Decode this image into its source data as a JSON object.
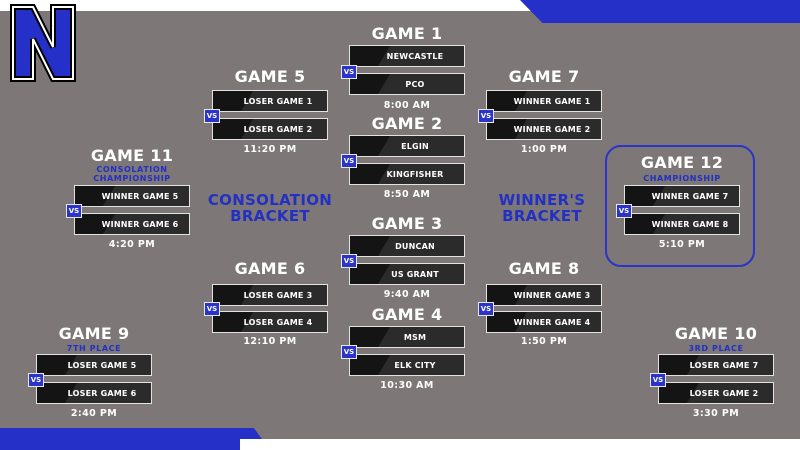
{
  "logo": {
    "letter": "N",
    "fill": "#2530c8",
    "outline": "#000000"
  },
  "colors": {
    "accent": "#2530c8",
    "background": "#7e7777",
    "box": "#2b2b2b"
  },
  "vs_label": "VS",
  "brackets": {
    "consolation": "CONSOLATION BRACKET",
    "winners": "WINNER'S BRACKET"
  },
  "games": {
    "g1": {
      "title": "GAME 1",
      "subtitle": "",
      "team1": "NEWCASTLE",
      "team2": "PCO",
      "time": "8:00 AM"
    },
    "g2": {
      "title": "GAME 2",
      "subtitle": "",
      "team1": "ELGIN",
      "team2": "KINGFISHER",
      "time": "8:50 AM"
    },
    "g3": {
      "title": "GAME 3",
      "subtitle": "",
      "team1": "DUNCAN",
      "team2": "US GRANT",
      "time": "9:40 AM"
    },
    "g4": {
      "title": "GAME 4",
      "subtitle": "",
      "team1": "MSM",
      "team2": "ELK CITY",
      "time": "10:30 AM"
    },
    "g5": {
      "title": "GAME 5",
      "subtitle": "",
      "team1": "LOSER GAME 1",
      "team2": "LOSER GAME 2",
      "time": "11:20 PM"
    },
    "g6": {
      "title": "GAME 6",
      "subtitle": "",
      "team1": "LOSER GAME 3",
      "team2": "LOSER GAME 4",
      "time": "12:10 PM"
    },
    "g7": {
      "title": "GAME 7",
      "subtitle": "",
      "team1": "WINNER GAME 1",
      "team2": "WINNER GAME 2",
      "time": "1:00 PM"
    },
    "g8": {
      "title": "GAME 8",
      "subtitle": "",
      "team1": "WINNER GAME 3",
      "team2": "WINNER GAME 4",
      "time": "1:50 PM"
    },
    "g9": {
      "title": "GAME 9",
      "subtitle": "7TH PLACE",
      "team1": "LOSER GAME 5",
      "team2": "LOSER GAME 6",
      "time": "2:40 PM"
    },
    "g10": {
      "title": "GAME 10",
      "subtitle": "3RD PLACE",
      "team1": "LOSER GAME 7",
      "team2": "LOSER GAME 2",
      "time": "3:30 PM"
    },
    "g11": {
      "title": "GAME 11",
      "subtitle": "CONSOLATION CHAMPIONSHIP",
      "team1": "WINNER GAME 5",
      "team2": "WINNER GAME 6",
      "time": "4:20 PM"
    },
    "g12": {
      "title": "GAME 12",
      "subtitle": "CHAMPIONSHIP",
      "team1": "WINNER GAME 7",
      "team2": "WINNER GAME 8",
      "time": "5:10 PM"
    }
  }
}
